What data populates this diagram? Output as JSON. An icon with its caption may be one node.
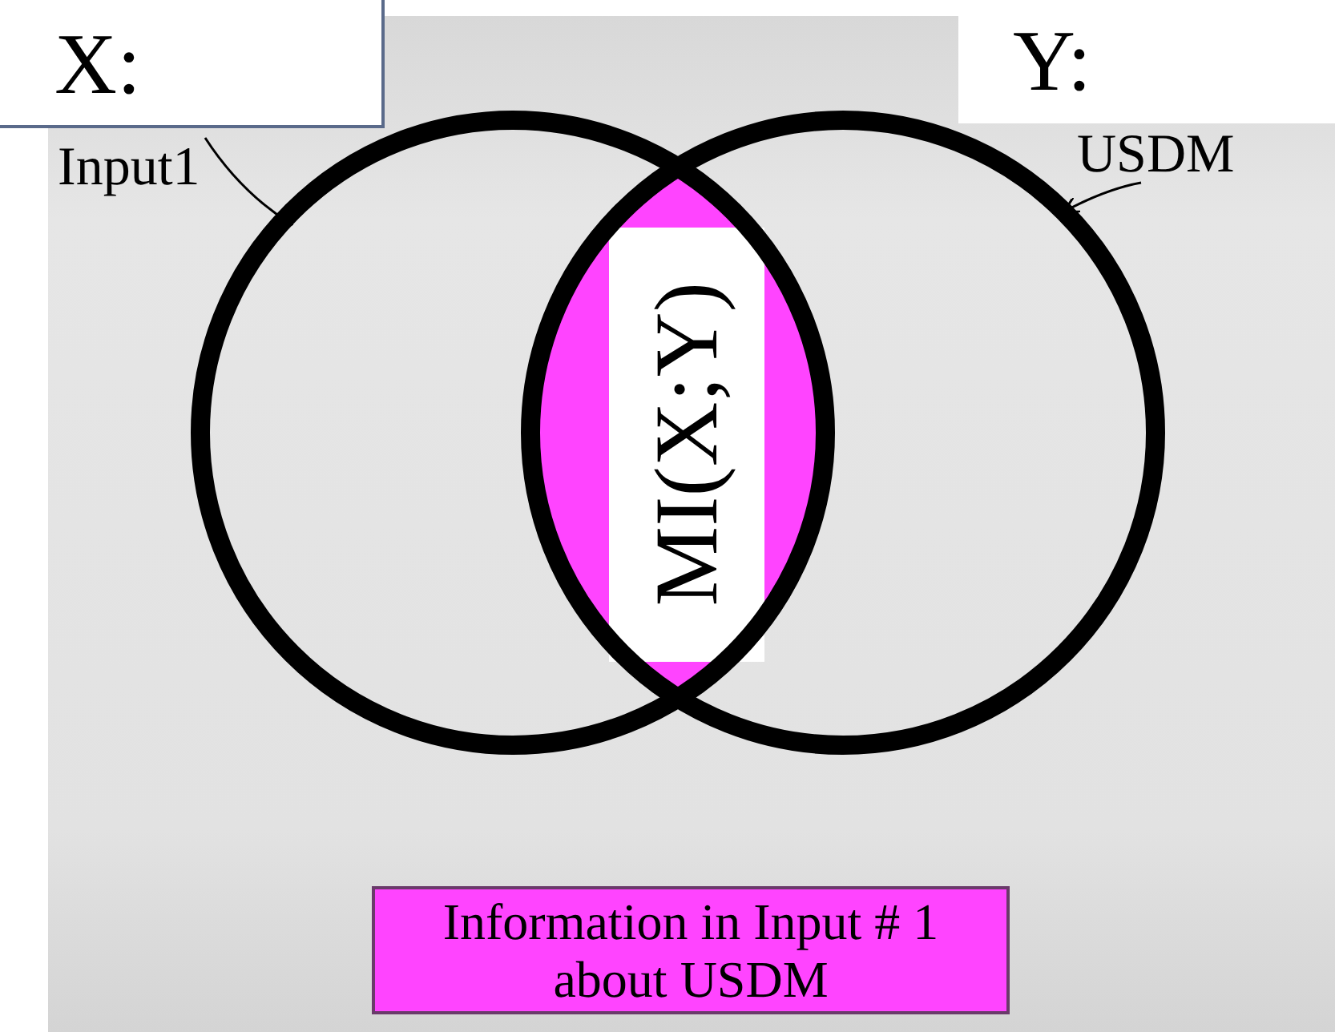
{
  "diagram": {
    "nodes": [
      {
        "text": [
          "X:"
        ]
      },
      {
        "text": [
          "Y:"
        ]
      },
      {
        "text": [
          "Input1"
        ]
      },
      {
        "text": [
          "USDM"
        ]
      },
      {
        "text": [],
        "shape": "circle"
      },
      {
        "text": [],
        "shape": "circle"
      },
      {
        "text": [
          "MI(X;Y)"
        ]
      },
      {
        "text": [
          "Information in Input # 1 about USDM"
        ]
      }
    ],
    "edges": [
      {
        "from": 2,
        "to": 4,
        "arrow": "to"
      },
      {
        "from": 3,
        "to": 5,
        "arrow": "to"
      }
    ]
  }
}
